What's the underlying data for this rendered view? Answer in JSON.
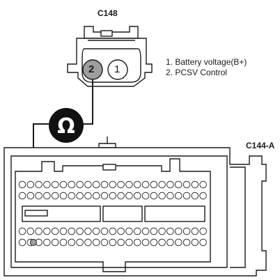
{
  "connectors": {
    "top": {
      "name": "C148",
      "pins": [
        "2",
        "1"
      ]
    },
    "ecm": {
      "name": "C144-A"
    }
  },
  "legend": [
    "1. Battery voltage(B+)",
    "2. PCSV Control"
  ],
  "meter": {
    "symbol": "Ω"
  },
  "ecm_pin_rows": [
    {
      "row": "top",
      "count": 23
    },
    {
      "row": "second",
      "count": 23
    },
    {
      "row": "fourth",
      "count": 23
    },
    {
      "row": "bottom",
      "count": 23
    }
  ],
  "colors": {
    "line": "#1a1a1a",
    "highlight_pin": "#9e9e9e",
    "meter_bg": "#111111"
  }
}
